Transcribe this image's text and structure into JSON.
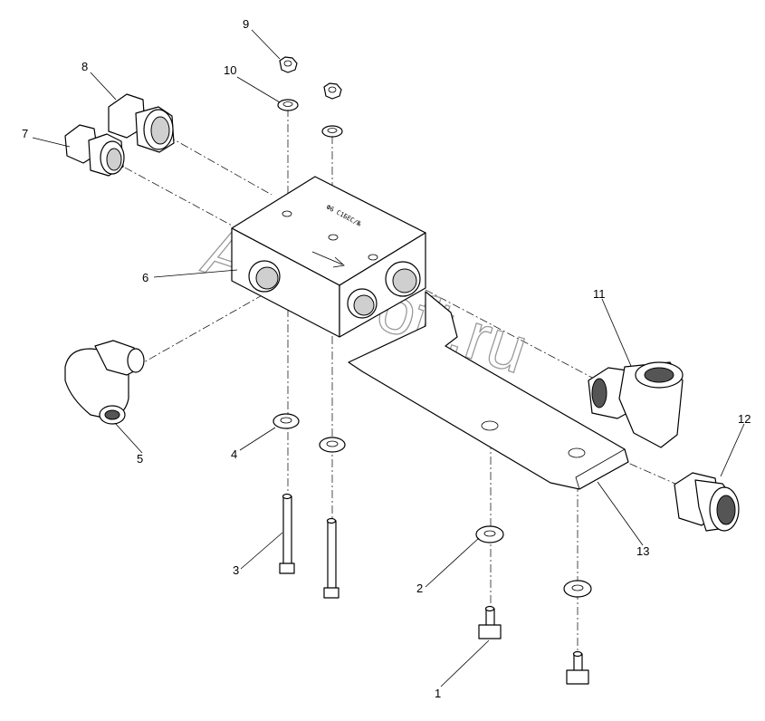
{
  "diagram": {
    "callouts": [
      "1",
      "2",
      "3",
      "4",
      "5",
      "6",
      "7",
      "8",
      "9",
      "10",
      "11",
      "12",
      "13"
    ],
    "watermark": "AutoSoft.ru",
    "block_marking": "Ф6 С1БЕС/№"
  }
}
